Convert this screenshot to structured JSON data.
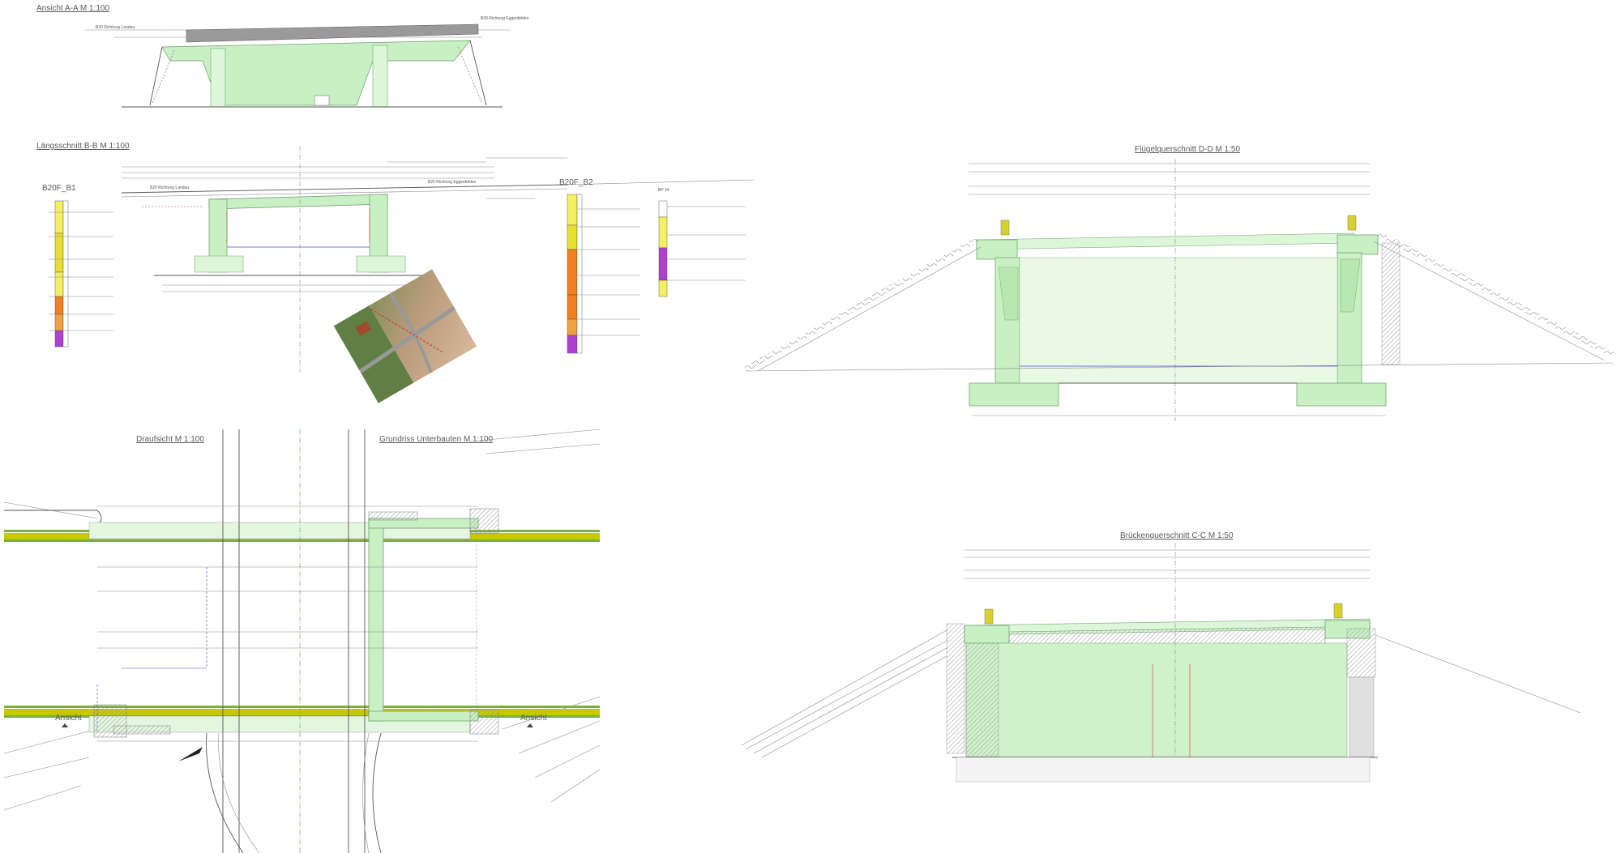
{
  "titles": {
    "view_aa": "Ansicht A-A   M 1:100",
    "section_bb": "Längsschnitt B-B   M 1:100",
    "section_dd": "Flügelquerschnitt D-D   M 1:50",
    "plan_top": "Draufsicht   M 1:100",
    "plan_sub": "Grundriss Unterbauten   M 1:100",
    "section_cc": "Brückenquerschnitt C-C   M 1:50"
  },
  "boreholes": {
    "b1": "B20F_B1",
    "b2": "B20F_B2",
    "bp": "BP 24"
  },
  "plan_labels": {
    "ansicht_left": "Ansicht",
    "ansicht_right": "Ansicht"
  },
  "road_labels": {
    "left": "B20 Richtung Landau",
    "right": "B20 Richtung Eggenfelden"
  },
  "colors": {
    "concrete": "#c8f0c4",
    "road_yellow": "#c8c800",
    "road_green": "#7ab040",
    "dim_blue": "#4a4ad0",
    "red_note": "#d03030"
  }
}
